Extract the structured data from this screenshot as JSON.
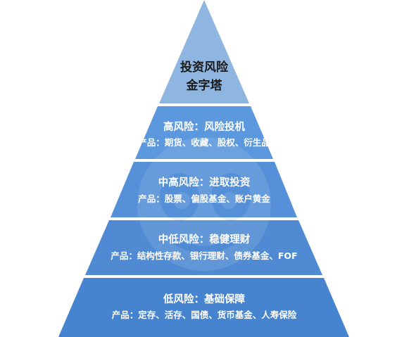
{
  "title": {
    "line1": "投资风险",
    "line2": "金字塔"
  },
  "tiers": [
    {
      "title": "高风险：风险投机",
      "products": "产品：期货、收藏、股权、衍生品"
    },
    {
      "title": "中高风险：进取投资",
      "products": "产品：股票、偏股基金、账户黄金"
    },
    {
      "title": "中低风险：稳健理财",
      "products": "产品：结构性存款、银行理财、债券基金、FOF"
    },
    {
      "title": "低风险：基础保障",
      "products": "产品：定存、活存、国债、货币基金、人寿保险"
    }
  ],
  "colors": {
    "apex": "#8fb6e0",
    "tier_high": "#5b98dd",
    "tier_mid_high": "#5590d8",
    "tier_mid_low": "#4f8ad3",
    "tier_low": "#4784cf",
    "separator": "#ffffff",
    "apex_text": "#1a1a1a",
    "tier_text": "#ffffff"
  },
  "watermark_icon": "cartoon-mascot-icon"
}
